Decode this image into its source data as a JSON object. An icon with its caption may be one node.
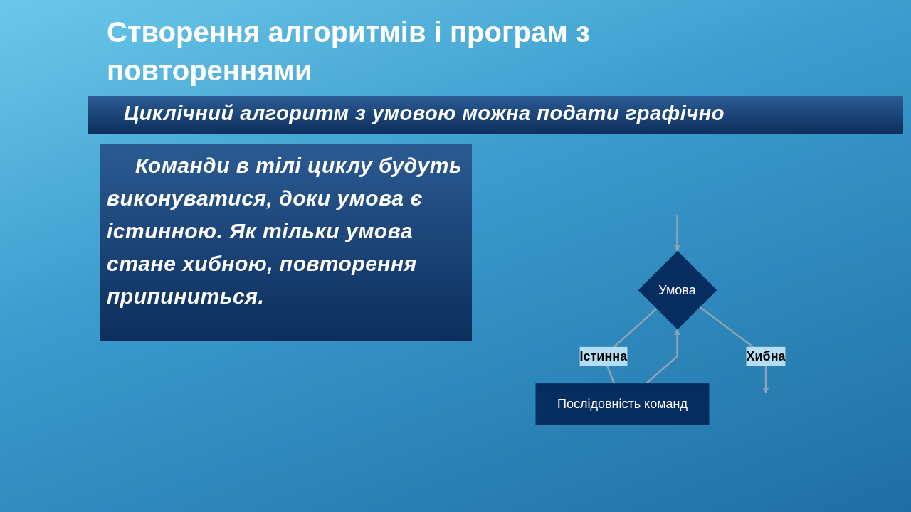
{
  "diagram": {
    "title": "Створення алгоритмів і програм з повтореннями",
    "nodes": [
      {
        "text": [
          "Умова"
        ]
      },
      {
        "text": [
          "Послідовність команд"
        ]
      }
    ],
    "edges": [
      {
        "from": null,
        "to": 0,
        "arrow": "to"
      },
      {
        "from": 0,
        "to": 1,
        "arrow": "none",
        "label": "Істинна"
      },
      {
        "from": 1,
        "to": 0,
        "arrow": "to"
      },
      {
        "from": 0,
        "to": null,
        "arrow": "to",
        "label": "Хибна"
      }
    ],
    "labels": [
      "Циклічний алгоритм з умовою можна подати графічно",
      "Команди в тілі циклу будуть виконуватися, доки умова є істинною. Як тільки умова стане хибною, повторення припиниться."
    ]
  }
}
